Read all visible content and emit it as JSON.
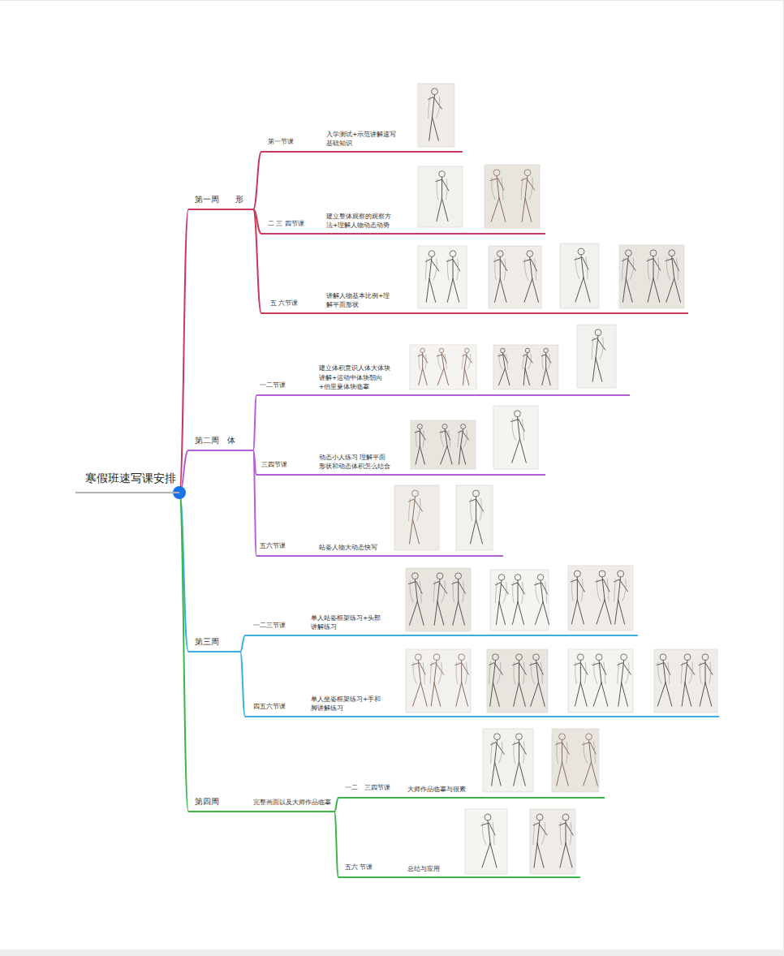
{
  "diagram": {
    "nodes": [
      {
        "text": [
          "寒假班速写课安排"
        ]
      },
      {
        "text": [
          "第一周　　形"
        ]
      },
      {
        "text": [
          "第一节课",
          "入学测试+示范讲解速写基础知识"
        ]
      },
      {
        "text": [
          "二 三 四节课",
          "建立整体观察的观察方法+理解人物动态动势"
        ]
      },
      {
        "text": [
          "五 六节课",
          "讲解人物基本比例+理解平面形状"
        ]
      },
      {
        "text": [
          "第二周　体"
        ]
      },
      {
        "text": [
          "一二节课",
          "建立体积意识人体大体块讲解+运动中体块朝向+伯里曼体块临摹"
        ]
      },
      {
        "text": [
          "三四节课",
          "动态小人练习 理解平面形状和动态体积怎么结合"
        ]
      },
      {
        "text": [
          "五六节课",
          "站姿人物大动态快写"
        ]
      },
      {
        "text": [
          "第三周"
        ]
      },
      {
        "text": [
          "一二三节课",
          "单人站姿框架练习+头部讲解练习"
        ]
      },
      {
        "text": [
          "四五六节课",
          "单人坐姿框架练习+手和脚讲解练习"
        ]
      },
      {
        "text": [
          "第四周"
        ]
      },
      {
        "text": [
          "完整画面以及大师作品临摹"
        ]
      },
      {
        "text": [
          "一二　三四节课",
          "大师作品临摹与很素"
        ]
      },
      {
        "text": [
          "五六 节课",
          "总结与应用"
        ]
      }
    ],
    "edges": [
      {
        "from": 0,
        "to": 1,
        "arrow": "none"
      },
      {
        "from": 1,
        "to": 2,
        "arrow": "none"
      },
      {
        "from": 1,
        "to": 3,
        "arrow": "none"
      },
      {
        "from": 1,
        "to": 4,
        "arrow": "none"
      },
      {
        "from": 0,
        "to": 5,
        "arrow": "none"
      },
      {
        "from": 5,
        "to": 6,
        "arrow": "none"
      },
      {
        "from": 5,
        "to": 7,
        "arrow": "none"
      },
      {
        "from": 5,
        "to": 8,
        "arrow": "none"
      },
      {
        "from": 0,
        "to": 9,
        "arrow": "none"
      },
      {
        "from": 9,
        "to": 10,
        "arrow": "none"
      },
      {
        "from": 9,
        "to": 11,
        "arrow": "none"
      },
      {
        "from": 0,
        "to": 12,
        "arrow": "none"
      },
      {
        "from": 12,
        "to": 13,
        "arrow": "none"
      },
      {
        "from": 13,
        "to": 14,
        "arrow": "none"
      },
      {
        "from": 13,
        "to": 15,
        "arrow": "none"
      }
    ]
  }
}
